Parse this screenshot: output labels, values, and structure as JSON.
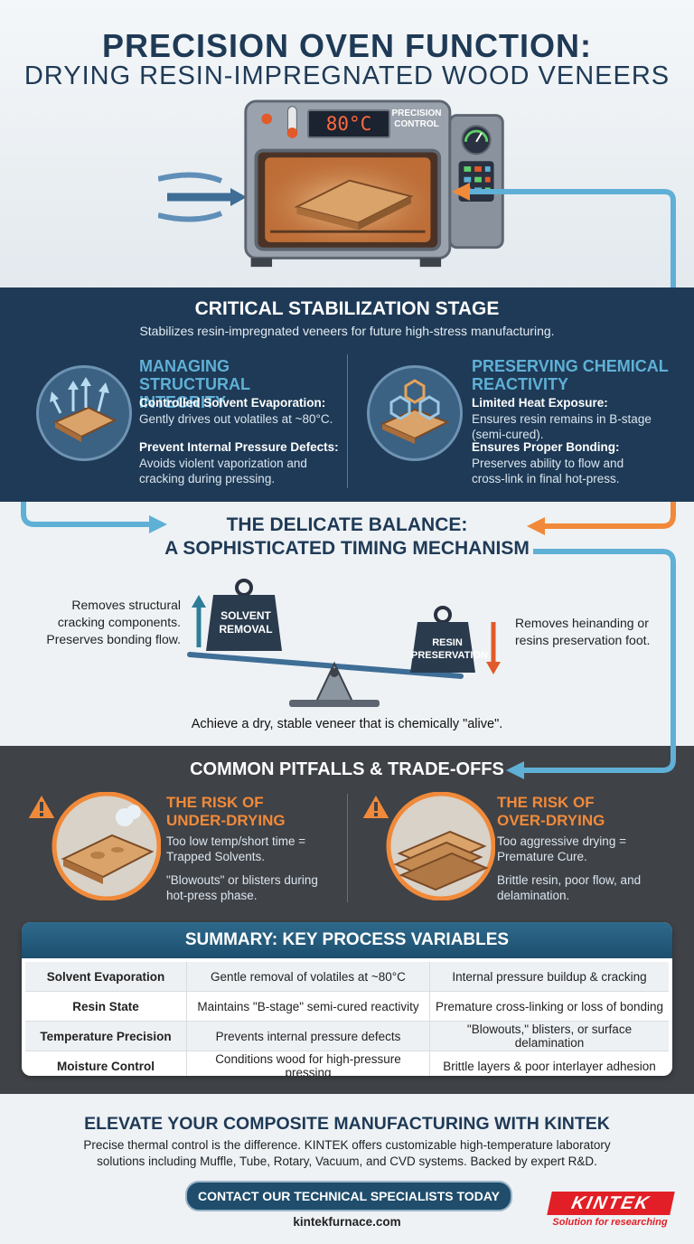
{
  "header": {
    "title_line1": "PRECISION OVEN FUNCTION:",
    "title_line2": "DRYING RESIN-IMPREGNATED WOOD VENEERS",
    "oven_display": "80°C",
    "oven_label_line1": "PRECISION",
    "oven_label_line2": "CONTROL"
  },
  "stabilization": {
    "title": "CRITICAL STABILIZATION STAGE",
    "subtitle": "Stabilizes resin-impregnated veneers for future high-stress manufacturing.",
    "left": {
      "title_line1": "MANAGING STRUCTURAL",
      "title_line2": "INTEGRITY",
      "item1_title": "Controlled Solvent Evaporation:",
      "item1_text": "Gently drives out volatiles at ~80°C.",
      "item2_title": "Prevent Internal Pressure Defects:",
      "item2_line1": "Avoids violent vaporization and",
      "item2_line2": "cracking during pressing."
    },
    "right": {
      "title_line1": "PRESERVING CHEMICAL",
      "title_line2": "REACTIVITY",
      "item1_title": "Limited Heat Exposure:",
      "item1_line1": "Ensures resin remains in B-stage",
      "item1_line2": "(semi-cured).",
      "item2_title": "Ensures Proper Bonding:",
      "item2_line1": "Preserves ability to flow and",
      "item2_line2": "cross-link in final hot-press."
    }
  },
  "balance": {
    "title_line1": "THE DELICATE BALANCE:",
    "title_line2": "A SOPHISTICATED TIMING MECHANISM",
    "left_line1": "Removes structural",
    "left_line2": "cracking components.",
    "left_line3": "Preserves bonding flow.",
    "right_line1": "Removes heinanding or",
    "right_line2": "resins preservation foot.",
    "weight_left_line1": "SOLVENT",
    "weight_left_line2": "REMOVAL",
    "weight_right_line1": "RESIN",
    "weight_right_line2": "PRESERVATION",
    "caption": "Achieve a dry, stable veneer that is chemically \"alive\"."
  },
  "pitfalls": {
    "title": "COMMON PITFALLS & TRADE-OFFS",
    "left": {
      "title_line1": "THE RISK OF",
      "title_line2": "UNDER-DRYING",
      "line1": "Too low temp/short time =",
      "line2": "Trapped Solvents.",
      "line3": "\"Blowouts\" or blisters during",
      "line4": "hot-press phase."
    },
    "right": {
      "title_line1": "THE RISK OF",
      "title_line2": "OVER-DRYING",
      "line1": "Too aggressive drying =",
      "line2": "Premature Cure.",
      "line3": "Brittle resin, poor flow, and",
      "line4": "delamination."
    }
  },
  "summary": {
    "title": "SUMMARY: KEY PROCESS VARIABLES",
    "rows": [
      [
        "Solvent Evaporation",
        "Gentle removal of volatiles at ~80°C",
        "Internal pressure buildup & cracking"
      ],
      [
        "Resin State",
        "Maintains \"B-stage\" semi-cured reactivity",
        "Premature cross-linking or loss of bonding"
      ],
      [
        "Temperature Precision",
        "Prevents internal pressure defects",
        "\"Blowouts,\" blisters, or surface delamination"
      ],
      [
        "Moisture Control",
        "Conditions wood for high-pressure pressing",
        "Brittle layers & poor interlayer adhesion"
      ]
    ]
  },
  "footer": {
    "title": "ELEVATE YOUR COMPOSITE MANUFACTURING WITH KINTEK",
    "line1": "Precise thermal control is the difference. KINTEK offers customizable high-temperature laboratory",
    "line2": "solutions including Muffle, Tube, Rotary, Vacuum, and CVD systems. Backed by expert R&D.",
    "cta": "CONTACT OUR TECHNICAL SPECIALISTS TODAY",
    "website": "kintekfurnace.com",
    "logo": "KINTEK",
    "tagline": "Solution for researching"
  },
  "colors": {
    "navy": "#1e3a56",
    "teal": "#5fb0d6",
    "orange": "#f08a3a",
    "charcoal": "#3f4247",
    "brand_red": "#e21f26"
  }
}
